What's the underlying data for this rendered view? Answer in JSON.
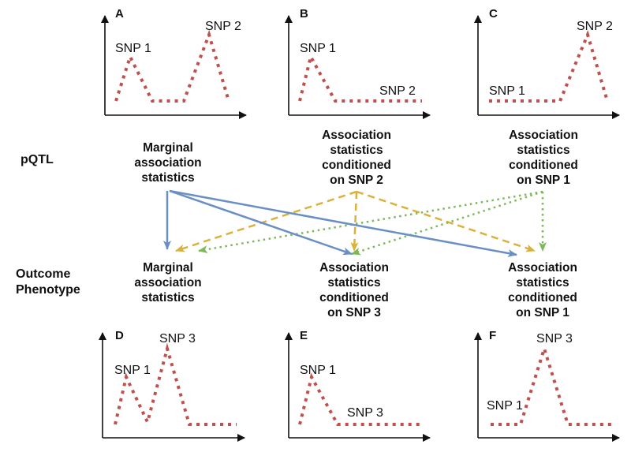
{
  "row_labels": {
    "pqtl": "pQTL",
    "outcome_1": "Outcome",
    "outcome_2": "Phenotype"
  },
  "colors": {
    "blue": "#6a8fc4",
    "yellow": "#d9b13c",
    "green": "#7fb75b",
    "curve": "#c0504d"
  },
  "panels": {
    "A": {
      "letter": "A",
      "snp_a": "SNP 1",
      "snp_b": "SNP 2"
    },
    "B": {
      "letter": "B",
      "snp_a": "SNP 1",
      "snp_b": "SNP 2"
    },
    "C": {
      "letter": "C",
      "snp_a": "SNP 1",
      "snp_b": "SNP 2"
    },
    "D": {
      "letter": "D",
      "snp_a": "SNP 1",
      "snp_b": "SNP 3"
    },
    "E": {
      "letter": "E",
      "snp_a": "SNP 1",
      "snp_b": "SNP 3"
    },
    "F": {
      "letter": "F",
      "snp_a": "SNP 1",
      "snp_b": "SNP 3"
    }
  },
  "nodes": {
    "top_marginal": [
      "Marginal",
      "association",
      "statistics"
    ],
    "top_cond_snp2": [
      "Association",
      "statistics",
      "conditioned",
      "on SNP 2"
    ],
    "top_cond_snp1": [
      "Association",
      "statistics",
      "conditioned",
      "on SNP 1"
    ],
    "bot_marginal": [
      "Marginal",
      "association",
      "statistics"
    ],
    "bot_cond_snp3": [
      "Association",
      "statistics",
      "conditioned",
      "on SNP 3"
    ],
    "bot_cond_snp1": [
      "Association",
      "statistics",
      "conditioned",
      "on SNP 1"
    ]
  }
}
